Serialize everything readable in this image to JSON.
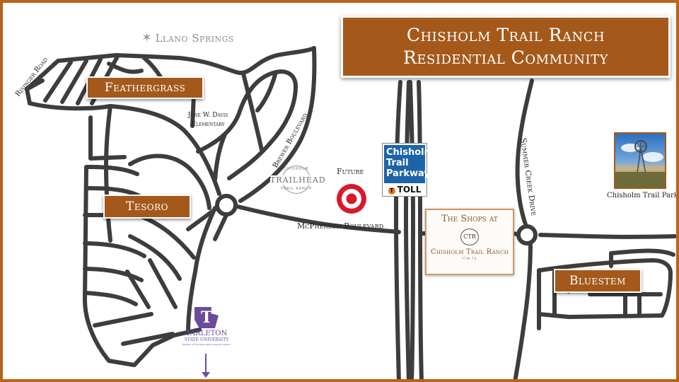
{
  "title": {
    "line1": "Chisholm Trail Ranch",
    "line2": "Residential Community"
  },
  "neighborhoods": {
    "feathergrass": "Feathergrass",
    "tesoro": "Tesoro",
    "bluestem": "Bluestem"
  },
  "roads": {
    "risinger": "Risinger Road",
    "brewer": "Brewer Boulevard",
    "mcpherson": "McPherson Boulevard",
    "summer_creek": "Summer Creek Drive"
  },
  "places": {
    "llano_springs": "Llano Springs",
    "school_line1": "June W. Davis",
    "school_line2": "Elementary",
    "future": "Future",
    "park": "Chisholm Trail Park"
  },
  "trailhead": {
    "top": "CHISHOLM",
    "main": "TRAILHEAD",
    "bottom": "TRAIL RANCH"
  },
  "toll_sign": {
    "line1": "Chisholm",
    "line2": "Trail",
    "line3": "Parkway",
    "toll": "TOLL"
  },
  "shops": {
    "line1": "The Shops at",
    "monogram": "CTR",
    "line2": "Chisholm Trail Ranch",
    "line3": "FTW TX"
  },
  "tarleton": {
    "monogram": "T",
    "line1": "TARLETON",
    "line2": "STATE UNIVERSITY",
    "line3": "Member of The Texas A&M University System"
  },
  "colors": {
    "brand": "#a4591b",
    "road": "#3d3d3d",
    "toll_sign": "#1d63a8",
    "target_red": "#d7192b",
    "tarleton_purple": "#6b4c9a"
  },
  "icons": {
    "star": "star-icon",
    "target": "target-logo-icon",
    "windmill": "windmill-icon"
  }
}
